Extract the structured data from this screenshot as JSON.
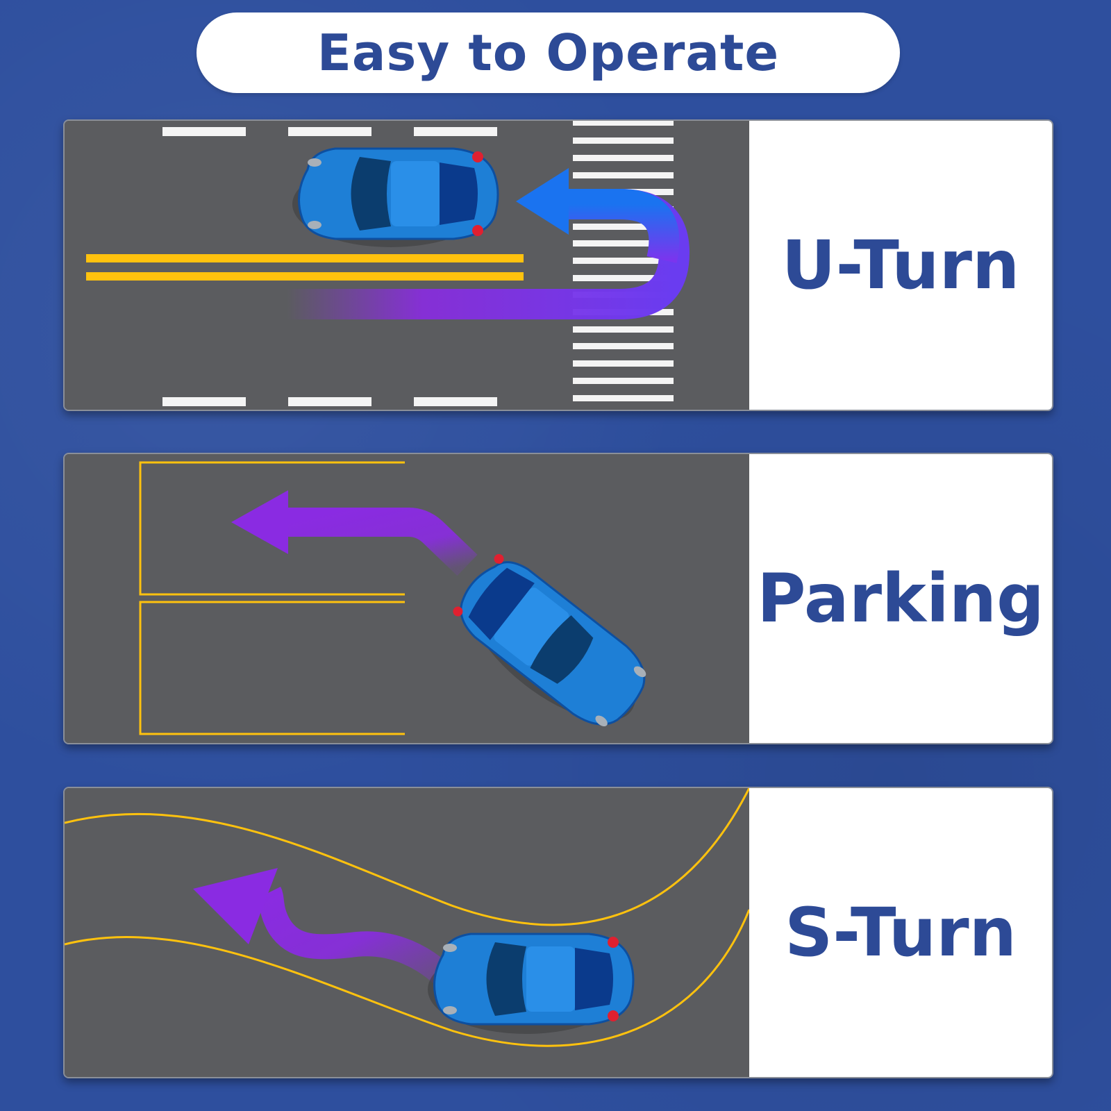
{
  "title": "Easy to Operate",
  "panels": [
    {
      "label": "U-Turn"
    },
    {
      "label": "Parking"
    },
    {
      "label": "S-Turn"
    }
  ],
  "colors": {
    "background": "#2e4f9e",
    "title_text": "#2d4a96",
    "road": "#5b5c5f",
    "lane_yellow": "#ffc20e",
    "arrow_blue": "#1a73f0",
    "arrow_purple": "#8a2be2",
    "car_blue": "#1e7fd6"
  }
}
